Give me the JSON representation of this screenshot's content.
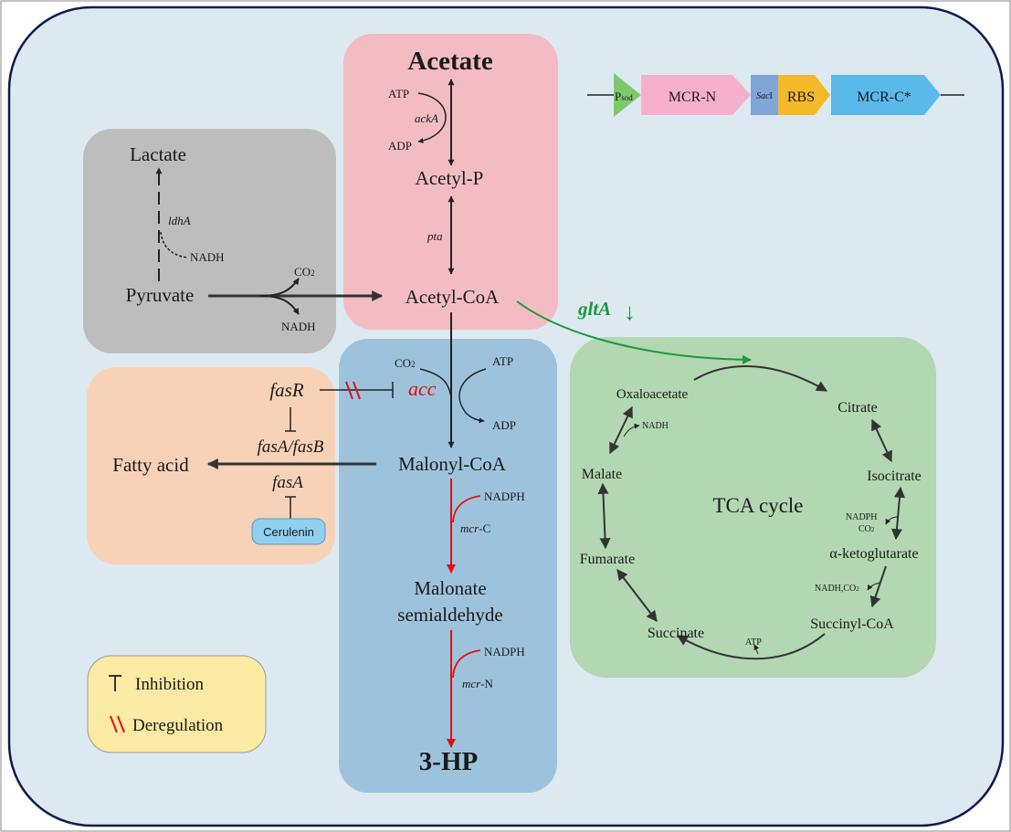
{
  "metabolites": {
    "acetate": "Acetate",
    "acetyl_p": "Acetyl-P",
    "acetyl_coa": "Acetyl-CoA",
    "lactate": "Lactate",
    "pyruvate": "Pyruvate",
    "malonyl_coa": "Malonyl-CoA",
    "malonate_semialdehyde_1": "Malonate",
    "malonate_semialdehyde_2": "semialdehyde",
    "hp3": "3-HP",
    "fatty_acid": "Fatty acid"
  },
  "cofactors": {
    "atp": "ATP",
    "adp": "ADP",
    "nadh": "NADH",
    "co2": "CO",
    "co2_sub": "2",
    "nadph": "NADPH"
  },
  "genes": {
    "ackA": "ackA",
    "pta": "pta",
    "ldhA": "ldhA",
    "acc": "acc",
    "fasR": "fasR",
    "fasA_fasB": "fasA/fasB",
    "fasA": "fasA",
    "mcr_c_it": "mcr",
    "mcr_c_suffix": "-C",
    "mcr_n_it": "mcr",
    "mcr_n_suffix": "-N",
    "gltA": "gltA",
    "gltA_arrow": "↓"
  },
  "inhibitor": {
    "cerulenin": "Cerulenin"
  },
  "tca": {
    "label": "TCA cycle",
    "citrate": "Citrate",
    "isocitrate": "Isocitrate",
    "akg": "α-ketoglutarate",
    "succinyl_coa": "Succinyl-CoA",
    "succinate": "Succinate",
    "fumarate": "Fumarate",
    "malate": "Malate",
    "oxaloacetate": "Oxaloacetate",
    "nadh": "NADH",
    "nadph_co2_1": "NADPH",
    "nadph_co2_2": "CO",
    "nadh_co2": "NADH",
    "co2_sep": ",",
    "co2": "CO",
    "sub2": "2",
    "atp": "ATP"
  },
  "construct": {
    "promoter_p": "P",
    "promoter_sub": "sod",
    "mcr_n": "MCR-N",
    "saci_it": "Sac",
    "saci_rest": "I",
    "rbs": "RBS",
    "mcr_c": "MCR-C*"
  },
  "legend": {
    "inhibition": "Inhibition",
    "deregulation": "Deregulation"
  },
  "colors": {
    "cell_bg": "#dde9f1",
    "cell_border": "#0d1b4d",
    "acetate_box": "#f3bcc3",
    "pyruvate_box": "#bdbdbd",
    "fatty_box": "#f8d2b7",
    "hp_box": "#9dc3dc",
    "tca_box": "#b3d6b3",
    "legend_box": "#fbeaa4",
    "cerulenin_box": "#8fd0ef",
    "red_path": "#e01010",
    "green_path": "#1a9a3a",
    "promoter": "#7ec86a",
    "mcr_n_part": "#f7b0cc",
    "saci_part": "#7fa6d6",
    "rbs_part": "#f5b92a",
    "mcr_c_part": "#5ab8ea"
  }
}
